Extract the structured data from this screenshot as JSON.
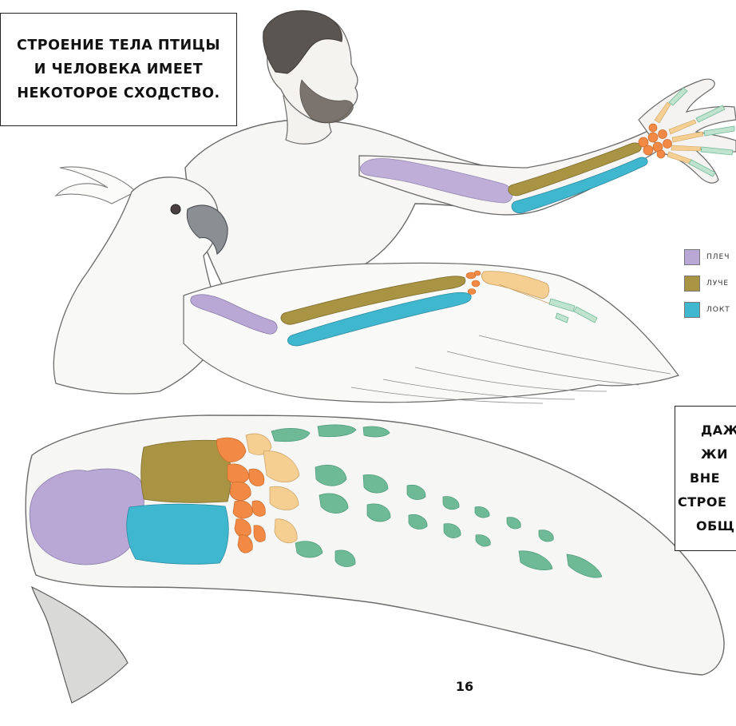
{
  "caption_top": {
    "lines": [
      "СТРОЕНИЕ ТЕЛА ПТИЦЫ",
      "И ЧЕЛОВЕКА ИМЕЕТ",
      "НЕКОТОРОЕ СХОДСТВО."
    ]
  },
  "caption_right": {
    "lines": [
      "ДАЖ",
      "ЖИ",
      "ВНЕ",
      "СТРОЕ",
      "ОБЩ"
    ]
  },
  "legend": {
    "items": [
      {
        "label": "ПЛЕЧ",
        "color": "#b9a8d6"
      },
      {
        "label": "ЛУЧЕ",
        "color": "#a89442"
      },
      {
        "label": "ЛОКТ",
        "color": "#3fb7cf"
      }
    ]
  },
  "bone_colors": {
    "humerus": "#b9a8d6",
    "radius": "#a89442",
    "ulna": "#3fb7cf",
    "wrist": "#f28a45",
    "hand": "#f5cf91",
    "fingers": "#6fba96"
  },
  "page_number": "16"
}
